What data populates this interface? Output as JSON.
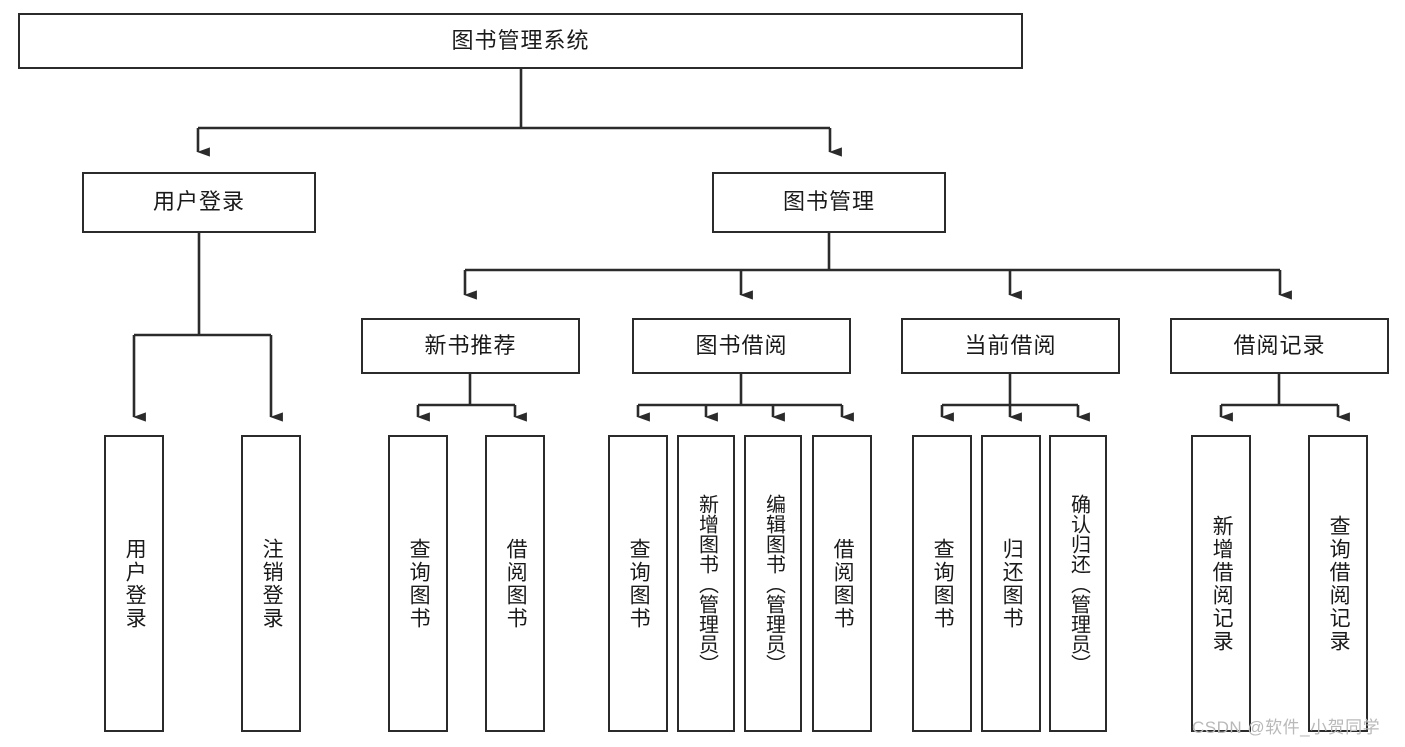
{
  "diagram": {
    "title": "图书管理系统",
    "type": "tree-hierarchy-diagram",
    "colors": {
      "box_border": "#2b2b2b",
      "box_fill": "#ffffff",
      "connector": "#2b2b2b",
      "text": "#1a1a1a",
      "watermark": "#b9b9b9",
      "background": "#ffffff"
    },
    "root": {
      "label": "图书管理系统"
    },
    "level2": [
      {
        "label": "用户登录"
      },
      {
        "label": "图书管理"
      }
    ],
    "level3": [
      {
        "label": "新书推荐"
      },
      {
        "label": "图书借阅"
      },
      {
        "label": "当前借阅"
      },
      {
        "label": "借阅记录"
      }
    ],
    "leaves": {
      "user_login": [
        {
          "label": "用户登录"
        },
        {
          "label": "注销登录"
        }
      ],
      "new_book_recommend": [
        {
          "label": "查询图书"
        },
        {
          "label": "借阅图书"
        }
      ],
      "book_borrow": [
        {
          "label": "查询图书"
        },
        {
          "label": "新增图书（管理员）"
        },
        {
          "label": "编辑图书（管理员）"
        },
        {
          "label": "借阅图书"
        }
      ],
      "current_borrow": [
        {
          "label": "查询图书"
        },
        {
          "label": "归还图书"
        },
        {
          "label": "确认归还（管理员）"
        }
      ],
      "borrow_record": [
        {
          "label": "新增借阅记录"
        },
        {
          "label": "查询借阅记录"
        }
      ]
    }
  },
  "watermark": {
    "text": "CSDN @软件_小贺同学"
  }
}
